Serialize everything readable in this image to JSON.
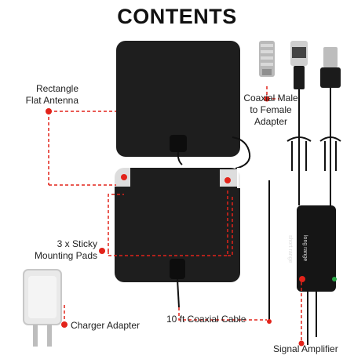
{
  "title": "CONTENTS",
  "labels": {
    "antenna": [
      "Rectangle",
      "Flat Antenna"
    ],
    "adapter": [
      "Coaxial Male",
      "to Female",
      "Adapter"
    ],
    "pads": [
      "3 x Sticky",
      "Mounting Pads"
    ],
    "charger": "Charger Adapter",
    "cable": "10 ft Coaxial Cable",
    "amplifier": "Signal Amplifier",
    "amp_text_left": "short range",
    "amp_text_right": "long range"
  },
  "colors": {
    "accent": "#e2231a",
    "panel": "#1e1e1e",
    "text": "#222222"
  }
}
